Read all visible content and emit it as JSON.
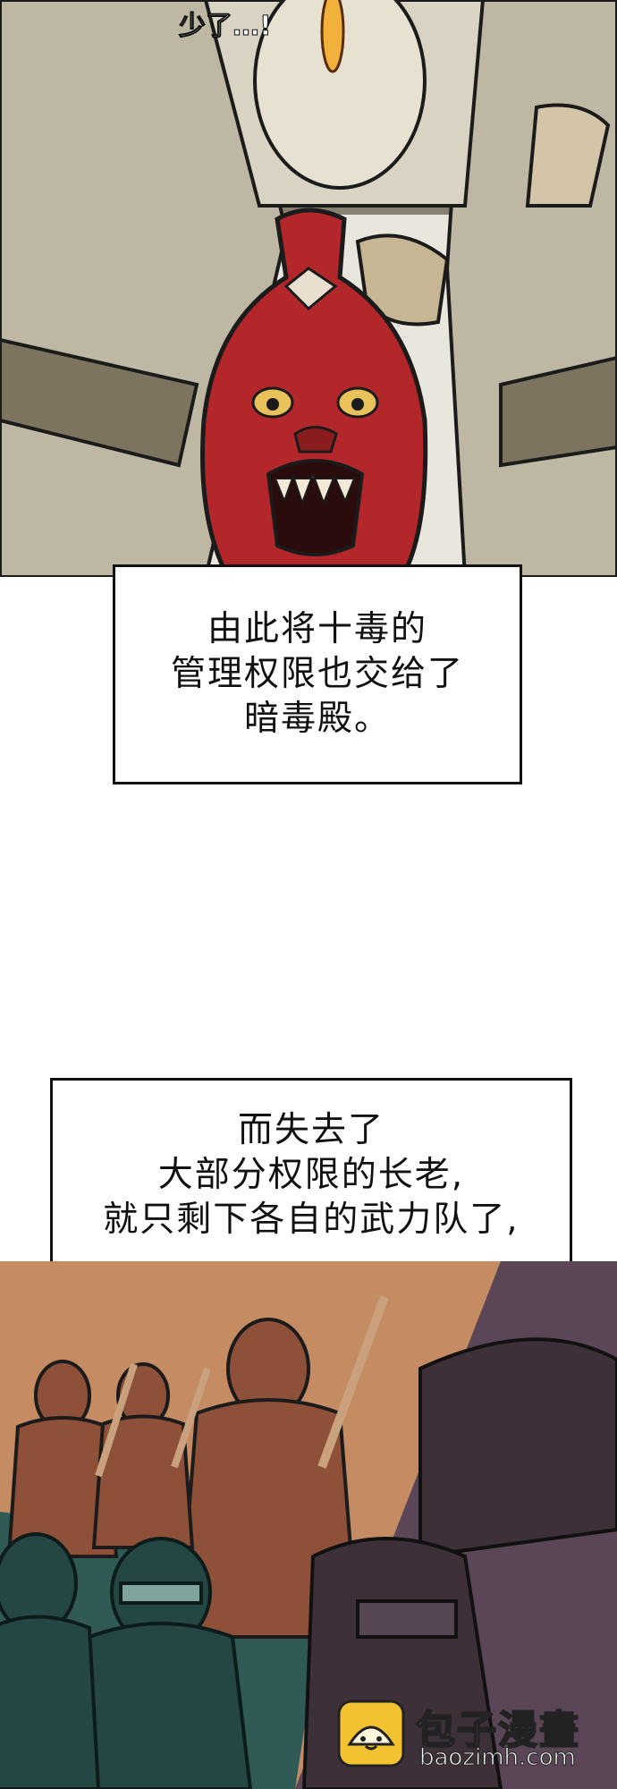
{
  "panels": {
    "top": {
      "sfx_text": "少了…!",
      "illustration": "red-demon-face-vase-held-by-robed-figure"
    },
    "bottom": {
      "illustration": "masked-warrior-squads-with-swords"
    }
  },
  "captions": [
    {
      "lines": [
        "由此将十毒的",
        "管理权限也交给了",
        "暗毒殿。"
      ]
    },
    {
      "lines": [
        "而失去了",
        "大部分权限的长老,",
        "就只剩下各自的武力队了,"
      ]
    }
  ],
  "watermark": {
    "name": "包子漫畫",
    "url": "baozimh.com",
    "icon": "bun-mascot-icon"
  },
  "colors": {
    "vase_red": "#b3262a",
    "robe": "#c9c3b0",
    "caption_border": "#111111"
  }
}
